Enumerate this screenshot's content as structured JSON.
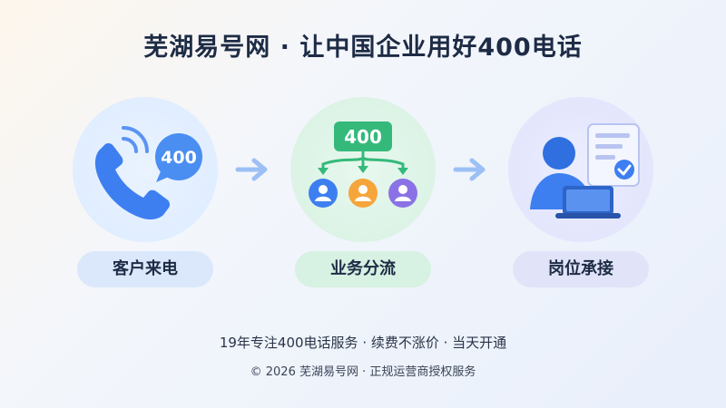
{
  "title": "芜湖易号网 · 让中国企业用好400电话",
  "steps": [
    {
      "label": "客户来电",
      "badge": "400"
    },
    {
      "label": "业务分流",
      "badge": "400"
    },
    {
      "label": "岗位承接"
    }
  ],
  "tagline": "19年专注400电话服务 · 续费不涨价 · 当天开通",
  "copyright": "© 2026 芜湖易号网 · 正规运营商授权服务",
  "colors": {
    "phone_blue": "#3d7ff0",
    "bubble_blue": "#4a8ef2",
    "switch_green": "#35b97a",
    "agent_blue": "#2f6fe0",
    "user_orange": "#f6a53b",
    "user_purple": "#8a72e6"
  },
  "icons": [
    "phone-icon",
    "speech-bubble-icon",
    "switchboard-icon",
    "user-icon",
    "agent-at-laptop-icon",
    "checklist-icon",
    "arrow-right-icon"
  ]
}
